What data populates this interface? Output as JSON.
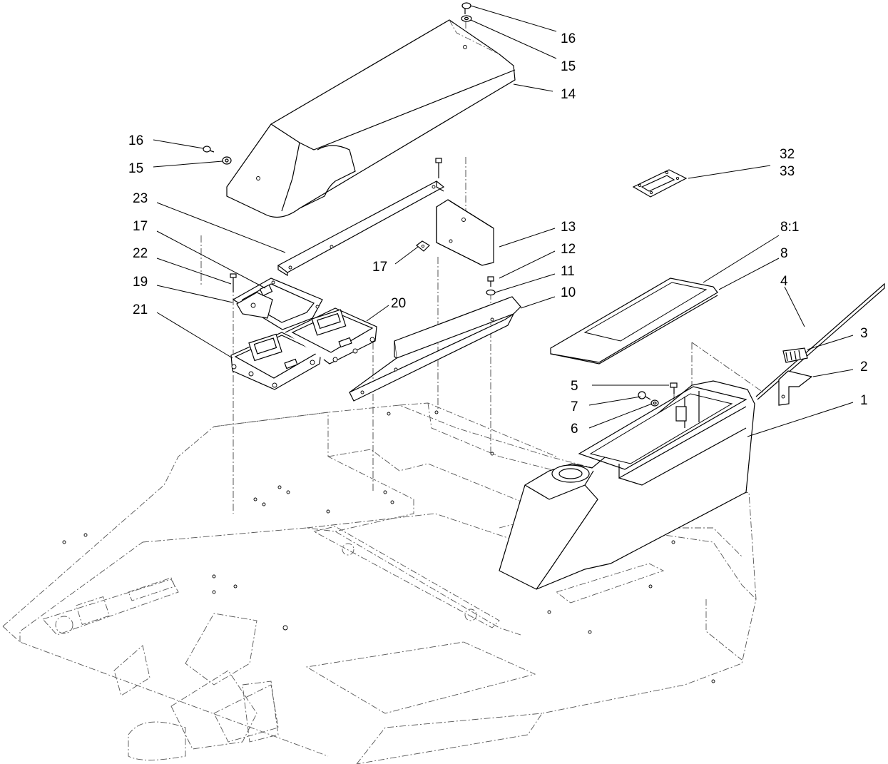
{
  "callouts": [
    {
      "id": "c16a",
      "label": "16"
    },
    {
      "id": "c15a",
      "label": "15"
    },
    {
      "id": "c14",
      "label": "14"
    },
    {
      "id": "c16b",
      "label": "16"
    },
    {
      "id": "c15b",
      "label": "15"
    },
    {
      "id": "c32",
      "label": "32"
    },
    {
      "id": "c33",
      "label": "33"
    },
    {
      "id": "c23",
      "label": "23"
    },
    {
      "id": "c13",
      "label": "13"
    },
    {
      "id": "c8_1",
      "label": "8:1"
    },
    {
      "id": "c17a",
      "label": "17"
    },
    {
      "id": "c12",
      "label": "12"
    },
    {
      "id": "c8",
      "label": "8"
    },
    {
      "id": "c22",
      "label": "22"
    },
    {
      "id": "c17b",
      "label": "17"
    },
    {
      "id": "c11",
      "label": "11"
    },
    {
      "id": "c4",
      "label": "4"
    },
    {
      "id": "c19",
      "label": "19"
    },
    {
      "id": "c10",
      "label": "10"
    },
    {
      "id": "c21",
      "label": "21"
    },
    {
      "id": "c20",
      "label": "20"
    },
    {
      "id": "c3",
      "label": "3"
    },
    {
      "id": "c2",
      "label": "2"
    },
    {
      "id": "c5",
      "label": "5"
    },
    {
      "id": "c1",
      "label": "1"
    },
    {
      "id": "c7",
      "label": "7"
    },
    {
      "id": "c6",
      "label": "6"
    }
  ]
}
